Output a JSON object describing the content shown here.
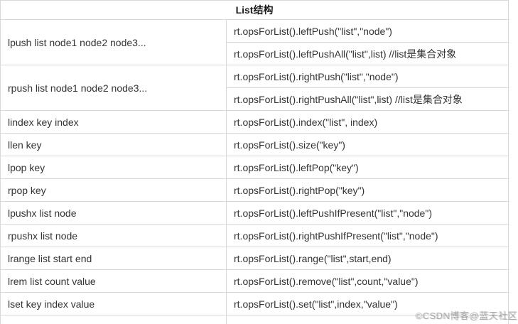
{
  "header": {
    "title": "List结构"
  },
  "table": {
    "rows": [
      {
        "cmd": "lpush list node1 node2 node3...",
        "codes": [
          "rt.opsForList().leftPush(\"list\",\"node\")",
          "rt.opsForList().leftPushAll(\"list\",list) //list是集合对象"
        ]
      },
      {
        "cmd": "rpush list node1 node2 node3...",
        "codes": [
          "rt.opsForList().rightPush(\"list\",\"node\")",
          "rt.opsForList().rightPushAll(\"list\",list) //list是集合对象"
        ]
      },
      {
        "cmd": "lindex key index",
        "codes": [
          "rt.opsForList().index(\"list\", index)"
        ]
      },
      {
        "cmd": "llen key",
        "codes": [
          "rt.opsForList().size(\"key\")"
        ]
      },
      {
        "cmd": "lpop key",
        "codes": [
          "rt.opsForList().leftPop(\"key\")"
        ]
      },
      {
        "cmd": "rpop key",
        "codes": [
          "rt.opsForList().rightPop(\"key\")"
        ]
      },
      {
        "cmd": "lpushx list node",
        "codes": [
          "rt.opsForList().leftPushIfPresent(\"list\",\"node\")"
        ]
      },
      {
        "cmd": "rpushx list node",
        "codes": [
          "rt.opsForList().rightPushIfPresent(\"list\",\"node\")"
        ]
      },
      {
        "cmd": "lrange list start end",
        "codes": [
          "rt.opsForList().range(\"list\",start,end)"
        ]
      },
      {
        "cmd": "lrem list count value",
        "codes": [
          "rt.opsForList().remove(\"list\",count,\"value\")"
        ]
      },
      {
        "cmd": "lset key index value",
        "codes": [
          "rt.opsForList().set(\"list\",index,\"value\")"
        ]
      }
    ]
  },
  "watermark": {
    "text": "©CSDN博客@蓝天社区"
  },
  "colors": {
    "border": "#d8d8d8",
    "text": "#333333",
    "header_text": "#1a1a1a",
    "background": "#ffffff",
    "watermark": "#7d7d7d"
  }
}
